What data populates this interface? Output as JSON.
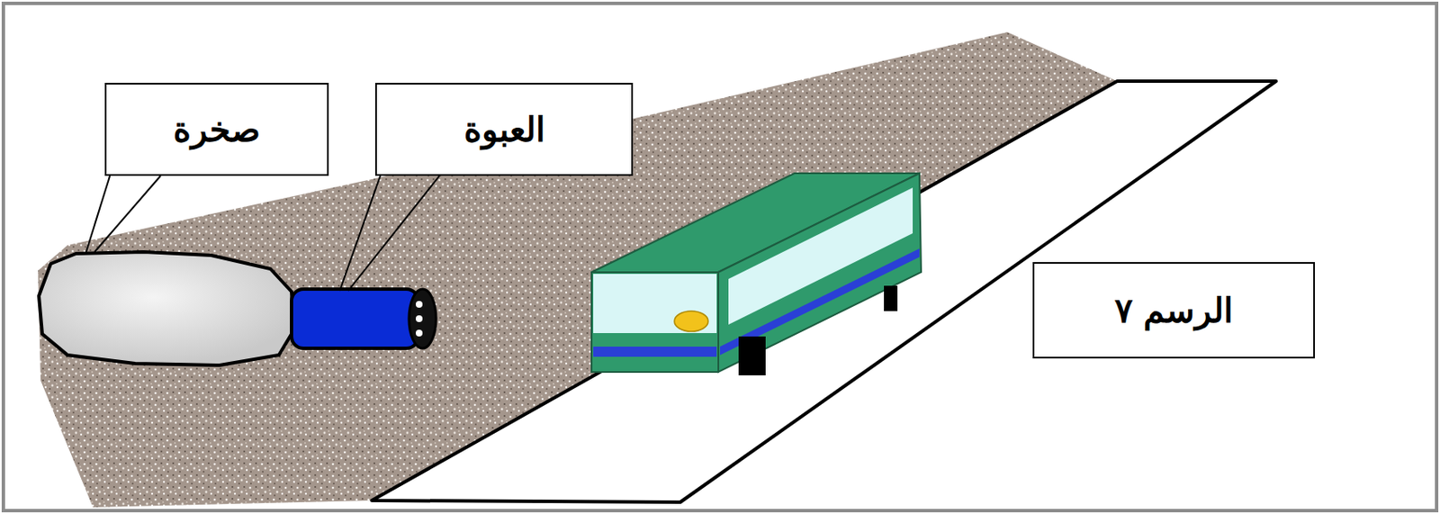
{
  "diagram": {
    "nodes": [
      {
        "text": [
          "صخرة"
        ]
      },
      {
        "text": [
          "العبوة"
        ]
      },
      {
        "text": [
          "الرسم ٧"
        ]
      }
    ]
  }
}
